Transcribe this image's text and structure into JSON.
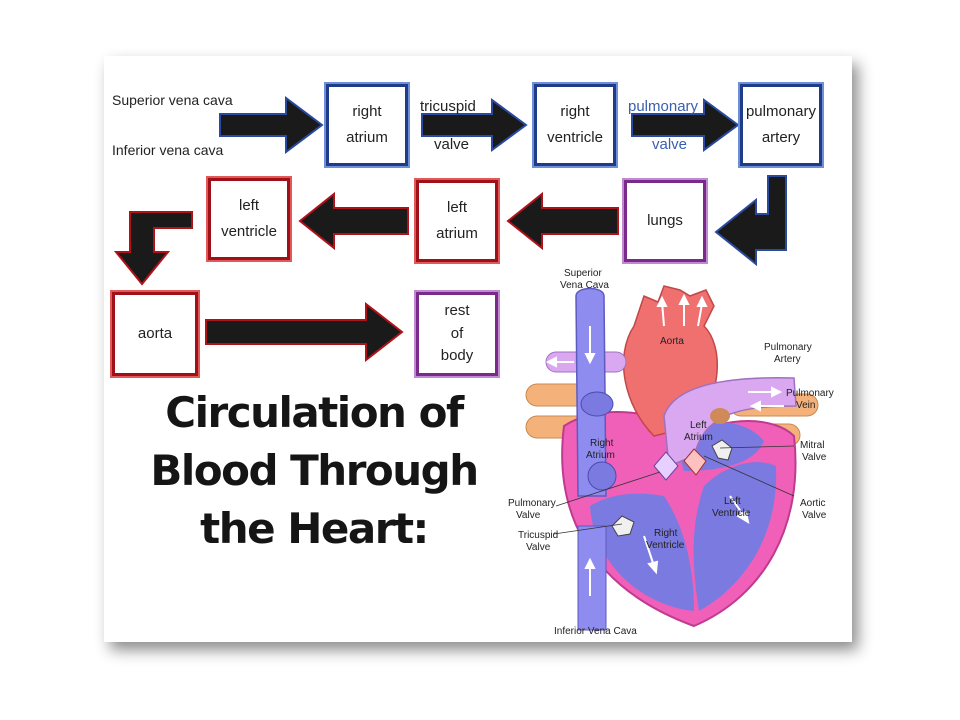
{
  "inputs": {
    "superior": "Superior vena cava",
    "inferior": "Inferior vena cava"
  },
  "boxes": {
    "right_atrium": "right\natrium",
    "right_ventricle": "right\nventricle",
    "pulmonary_artery": "pulmonary\nartery",
    "lungs": "lungs",
    "left_atrium": "left\natrium",
    "left_ventricle": "left\nventricle",
    "aorta": "aorta",
    "rest_of_body": "rest\nof\nbody"
  },
  "arrow_labels": {
    "tricuspid": "tricuspid",
    "tricuspid_valve": "valve",
    "pulmonary": "pulmonary",
    "pulmonary_valve": "valve"
  },
  "title": "Circulation of Blood Through the Heart:",
  "heart_labels": {
    "superior_vena_cava_1": "Superior",
    "superior_vena_cava_2": "Vena Cava",
    "aorta": "Aorta",
    "pulmonary_artery_1": "Pulmonary",
    "pulmonary_artery_2": "Artery",
    "pulmonary_vein_1": "Pulmonary",
    "pulmonary_vein_2": "Vein",
    "left_atrium_1": "Left",
    "left_atrium_2": "Atrium",
    "right_atrium_1": "Right",
    "right_atrium_2": "Atrium",
    "mitral_valve_1": "Mitral",
    "mitral_valve_2": "Valve",
    "aortic_valve_1": "Aortic",
    "aortic_valve_2": "Valve",
    "left_ventricle_1": "Left",
    "left_ventricle_2": "Ventricle",
    "right_ventricle_1": "Right",
    "right_ventricle_2": "Ventricle",
    "pulmonary_valve_1": "Pulmonary",
    "pulmonary_valve_2": "Valve",
    "tricuspid_valve_1": "Tricuspid",
    "tricuspid_valve_2": "Valve",
    "inferior_vena_cava": "Inferior Vena Cava"
  },
  "colors": {
    "flow_arrow_dark": "#1a1a1a",
    "flow_arrow_red": "#b0121a",
    "flow_arrow_blue": "#2a4aa0",
    "deoxygenated": "#8f8cf0",
    "oxygenated": "#f07070",
    "heart_wall": "#f060b8",
    "pulmonary_vessel": "#d9a8f0",
    "vein_orange": "#f4b27a"
  }
}
